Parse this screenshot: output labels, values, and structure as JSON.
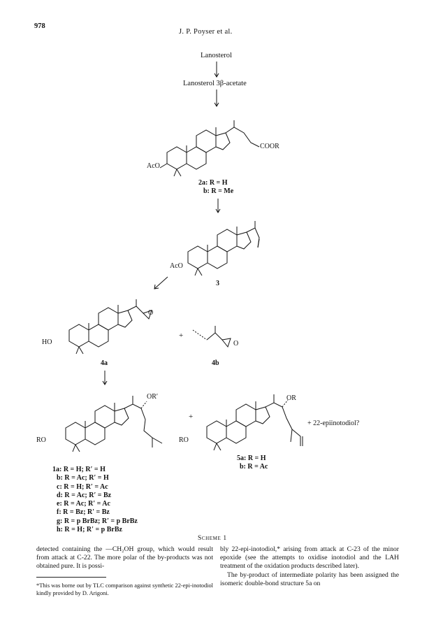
{
  "header": {
    "page_number": "978",
    "running_head": "J. P. Poyser et al."
  },
  "flow": {
    "top": "Lanosterol",
    "second": "Lanosterol 3β-acetate"
  },
  "compound2": {
    "sub_label": "AcO",
    "ester_label": "COOR",
    "labels": [
      "2a: R = H",
      "b: R = Me"
    ]
  },
  "compound3": {
    "sub_label": "AcO",
    "number": "3"
  },
  "compound4a": {
    "sub_label": "HO",
    "epoxide_o": "O",
    "number": "4a"
  },
  "plus1": "+",
  "compound4b": {
    "epoxide_o": "O",
    "number": "4b"
  },
  "compound1": {
    "sub_label": "RO",
    "or_label": "OR′",
    "labels": [
      "1a: R = H; R′ = H",
      "b: R = Ac; R′ = H",
      "c: R = H; R′ = Ac",
      "d: R = Ac; R′ = Bz",
      "e: R = Ac; R′ = Ac",
      "f: R = Bz; R′ = Bz",
      "g: R = p BrBz; R′ = p BrBz",
      "h: R = H; R′ = p BrBz"
    ]
  },
  "plus2": "+",
  "compound5": {
    "sub_label": "RO",
    "or_label": "OR",
    "labels": [
      "5a: R = H",
      "b: R = Ac"
    ],
    "extra": "+ 22-epiinotodiol?"
  },
  "scheme_caption": "Scheme 1",
  "body": {
    "left_col": "detected containing the —CH₂OH group, which would result from attack at C-22. The more polar of the by-products was not obtained pure. It is possi-",
    "footnote": "*This was borne out by TLC comparison against synthetic 22-epi-inotodiol kindly provided by D. Arigoni.",
    "right_col_p1": "bly 22-epi-inotodiol,* arising from attack at C-23 of the minor epoxide (see the attempts to oxidise inotodiol and the LAH treatment of the oxidation products described later).",
    "right_col_p2": "The by-product of intermediate polarity has been assigned the isomeric double-bond structure 5a on"
  }
}
